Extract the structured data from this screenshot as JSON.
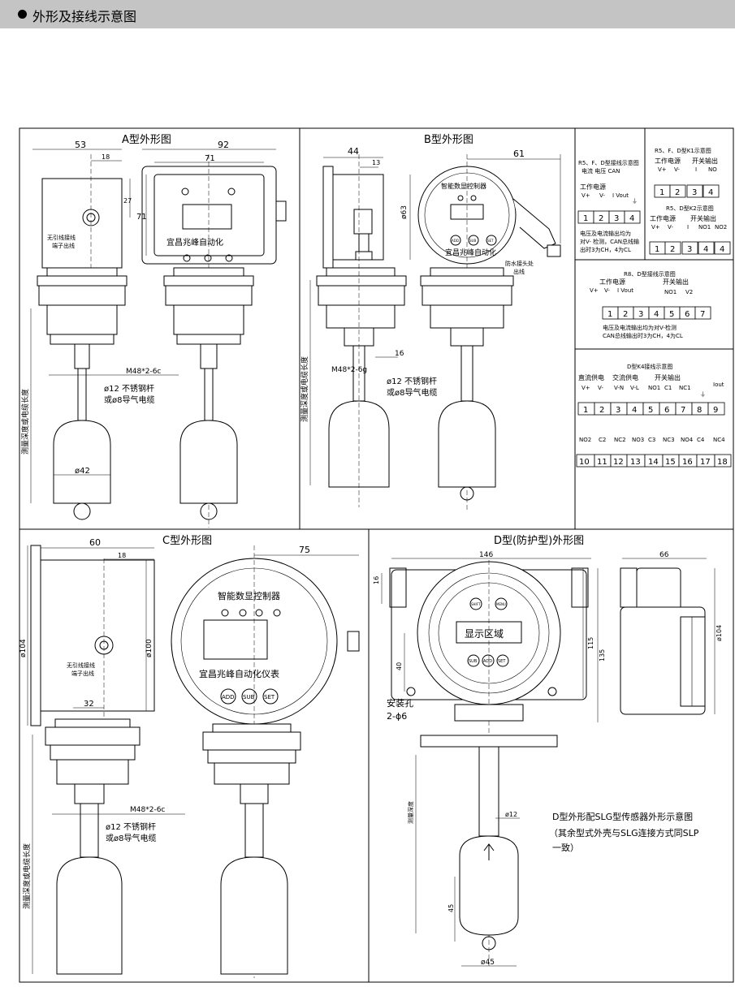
{
  "header": {
    "title": "外形及接线示意图"
  },
  "panels": {
    "a": {
      "title": "A型外形图",
      "dims": {
        "d53": "53",
        "d18": "18",
        "d92": "92",
        "d71a": "71",
        "d71b": "71",
        "d27": "27",
        "d42": "ø42"
      },
      "labels": {
        "cable_note1": "无引线接线",
        "cable_note2": "端子出线",
        "brand": "宜昌兆峰自动化",
        "thread": "M48*2-6c",
        "rod1": "ø12 不锈钢杆",
        "rod2": "或ø8导气电缆",
        "length": "测量深度或电缆长度"
      }
    },
    "b": {
      "title": "B型外形图",
      "dims": {
        "d44": "44",
        "d13": "13",
        "d61": "61",
        "d63": "ø63",
        "d16": "16"
      },
      "labels": {
        "controller": "智能数显控制器",
        "brand": "宜昌兆峰自动化",
        "add": "ADD",
        "sub": "SUB",
        "set": "SET",
        "outlet1": "防水接头处",
        "outlet2": "出线",
        "thread": "M48*2-6g",
        "rod1": "ø12 不锈钢杆",
        "rod2": "或ø8导气电缆",
        "length": "测量深度或电缆长度"
      }
    },
    "wiring": {
      "w1": {
        "title": "R5、F、D型接线示意图",
        "sub": "电流 电压 CAN",
        "power": "工作电源",
        "terms": [
          "V+",
          "V-",
          "I Vout",
          "⏚"
        ],
        "nums": [
          "1",
          "2",
          "3",
          "4"
        ],
        "note1": "电压及电流输出均为",
        "note2": "对V- 检测，CAN总线输",
        "note3": "出时3为CH，4为CL"
      },
      "w2": {
        "title": "R5、F、D型K1示意图",
        "power": "工作电源",
        "switch": "开关输出",
        "terms": [
          "V+",
          "V-",
          "I",
          "NO"
        ],
        "nums": [
          "1",
          "2",
          "3",
          "4"
        ]
      },
      "w3": {
        "title": "R5、D型K2示意图",
        "power": "工作电源",
        "switch": "开关输出",
        "terms": [
          "V+",
          "V-",
          "I",
          "NO1",
          "NO2"
        ],
        "nums": [
          "1",
          "2",
          "3",
          "4",
          "4"
        ]
      },
      "w4": {
        "title": "R8、D型接线示意图",
        "power": "工作电源",
        "switch": "开关输出",
        "terms": [
          "V+",
          "V-",
          "I Vout",
          "NO1",
          "V2"
        ],
        "nums": [
          "1",
          "2",
          "3",
          "4",
          "5",
          "6",
          "7"
        ],
        "note1": "电压及电流输出均为对V-检测",
        "note2": "CAN总线输出时3为CH，4为CL"
      },
      "w5": {
        "title": "D型K4接线示意图",
        "dc": "直流供电",
        "ac": "交流供电",
        "switch": "开关输出",
        "terms": [
          "V+",
          "V-",
          "V-N",
          "V-L",
          "NO1",
          "C1",
          "NC1",
          "⏚",
          "Iout"
        ],
        "nums": [
          "1",
          "2",
          "3",
          "4",
          "5",
          "6",
          "7",
          "8",
          "9"
        ],
        "terms2": [
          "NO2",
          "C2",
          "NC2",
          "NO3",
          "C3",
          "NC3",
          "NO4",
          "C4",
          "NC4"
        ],
        "nums2": [
          "10",
          "11",
          "12",
          "13",
          "14",
          "15",
          "16",
          "17",
          "18"
        ]
      }
    },
    "c": {
      "title": "C型外形图",
      "dims": {
        "d60": "60",
        "d18": "18",
        "d75": "75",
        "d104": "ø104",
        "d100": "ø100",
        "d32": "32"
      },
      "labels": {
        "controller": "智能数显控制器",
        "brand": "宜昌兆峰自动化仪表",
        "add": "ADD",
        "sub": "SUB",
        "set": "SET",
        "cable_note1": "无引线接线",
        "cable_note2": "端子出线",
        "thread": "M48*2-6c",
        "rod1": "ø12 不锈钢杆",
        "rod2": "或ø8导气电缆",
        "length": "测量深度或电缆长度"
      }
    },
    "d": {
      "title": "D型(防护型)外形图",
      "dims": {
        "d146": "146",
        "d66": "66",
        "d115": "115",
        "d135": "135",
        "d40": "40",
        "d16": "16",
        "d104": "ø104",
        "d12": "ø12",
        "d45": "45",
        "d45b": "ø45"
      },
      "labels": {
        "display": "显示区域",
        "add": "ADD",
        "sub": "SUB",
        "set": "SET",
        "shift": "SHIFT",
        "menu": "MENU",
        "hole1": "安装孔",
        "hole2": "2-ϕ6",
        "length": "测量深度",
        "note1": "D型外形配SLG型传感器外形示意图",
        "note2": "（其余型式外壳与SLG连接方式同SLP",
        "note3": "一致）"
      }
    }
  }
}
